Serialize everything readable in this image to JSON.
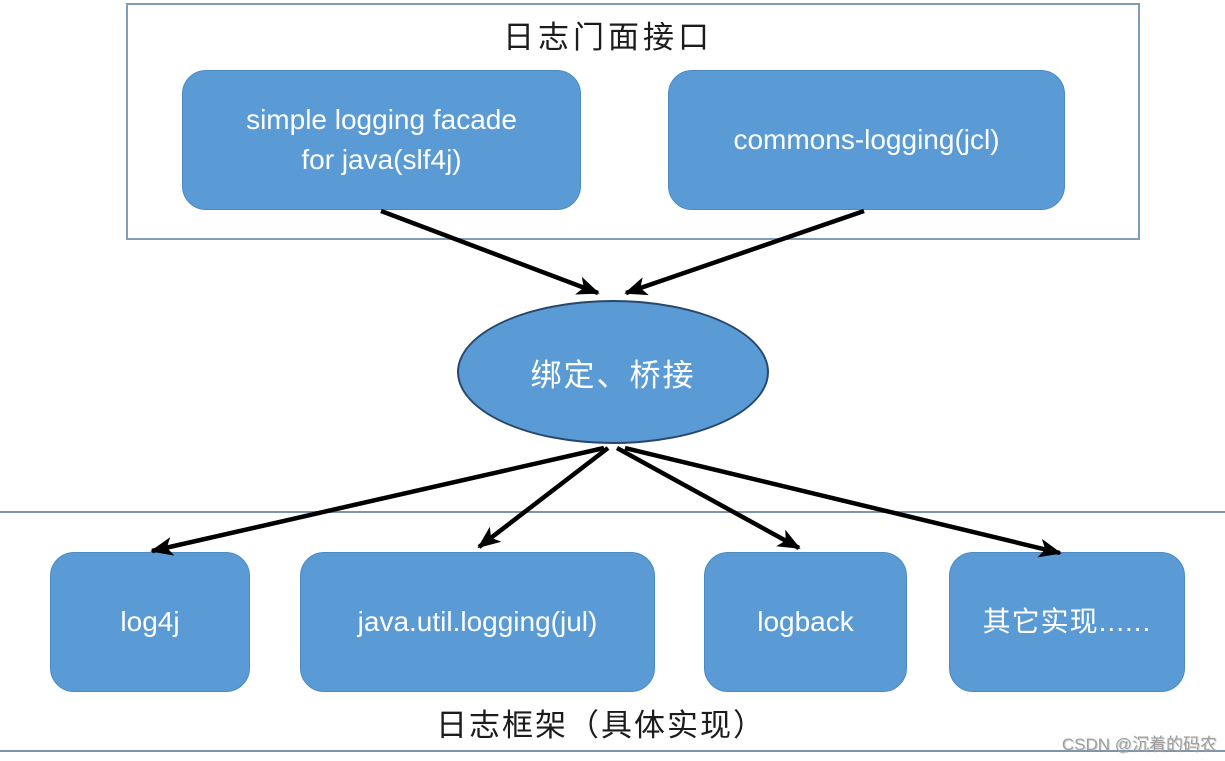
{
  "facade_section": {
    "title": "日志门面接口",
    "slf4j": {
      "line1": "simple logging facade",
      "line2": "for java(slf4j)"
    },
    "jcl": "commons-logging(jcl)"
  },
  "binding_node": {
    "label": "绑定、桥接"
  },
  "implementations": {
    "boxes": [
      "log4j",
      "java.util.logging(jul)",
      "logback",
      "其它实现......"
    ],
    "caption": "日志框架（具体实现）"
  },
  "watermark": "CSDN @沉着的码农",
  "colors": {
    "node_fill": "#5b9bd5",
    "node_border": "#4e8ac2",
    "ellipse_border": "#27476b",
    "container_border": "#7f9db9",
    "separator": "#7d94ab",
    "arrow": "#000000",
    "title_text": "#1c1c1c",
    "node_text": "#ffffff",
    "watermark_text": "#9e9e9e"
  }
}
